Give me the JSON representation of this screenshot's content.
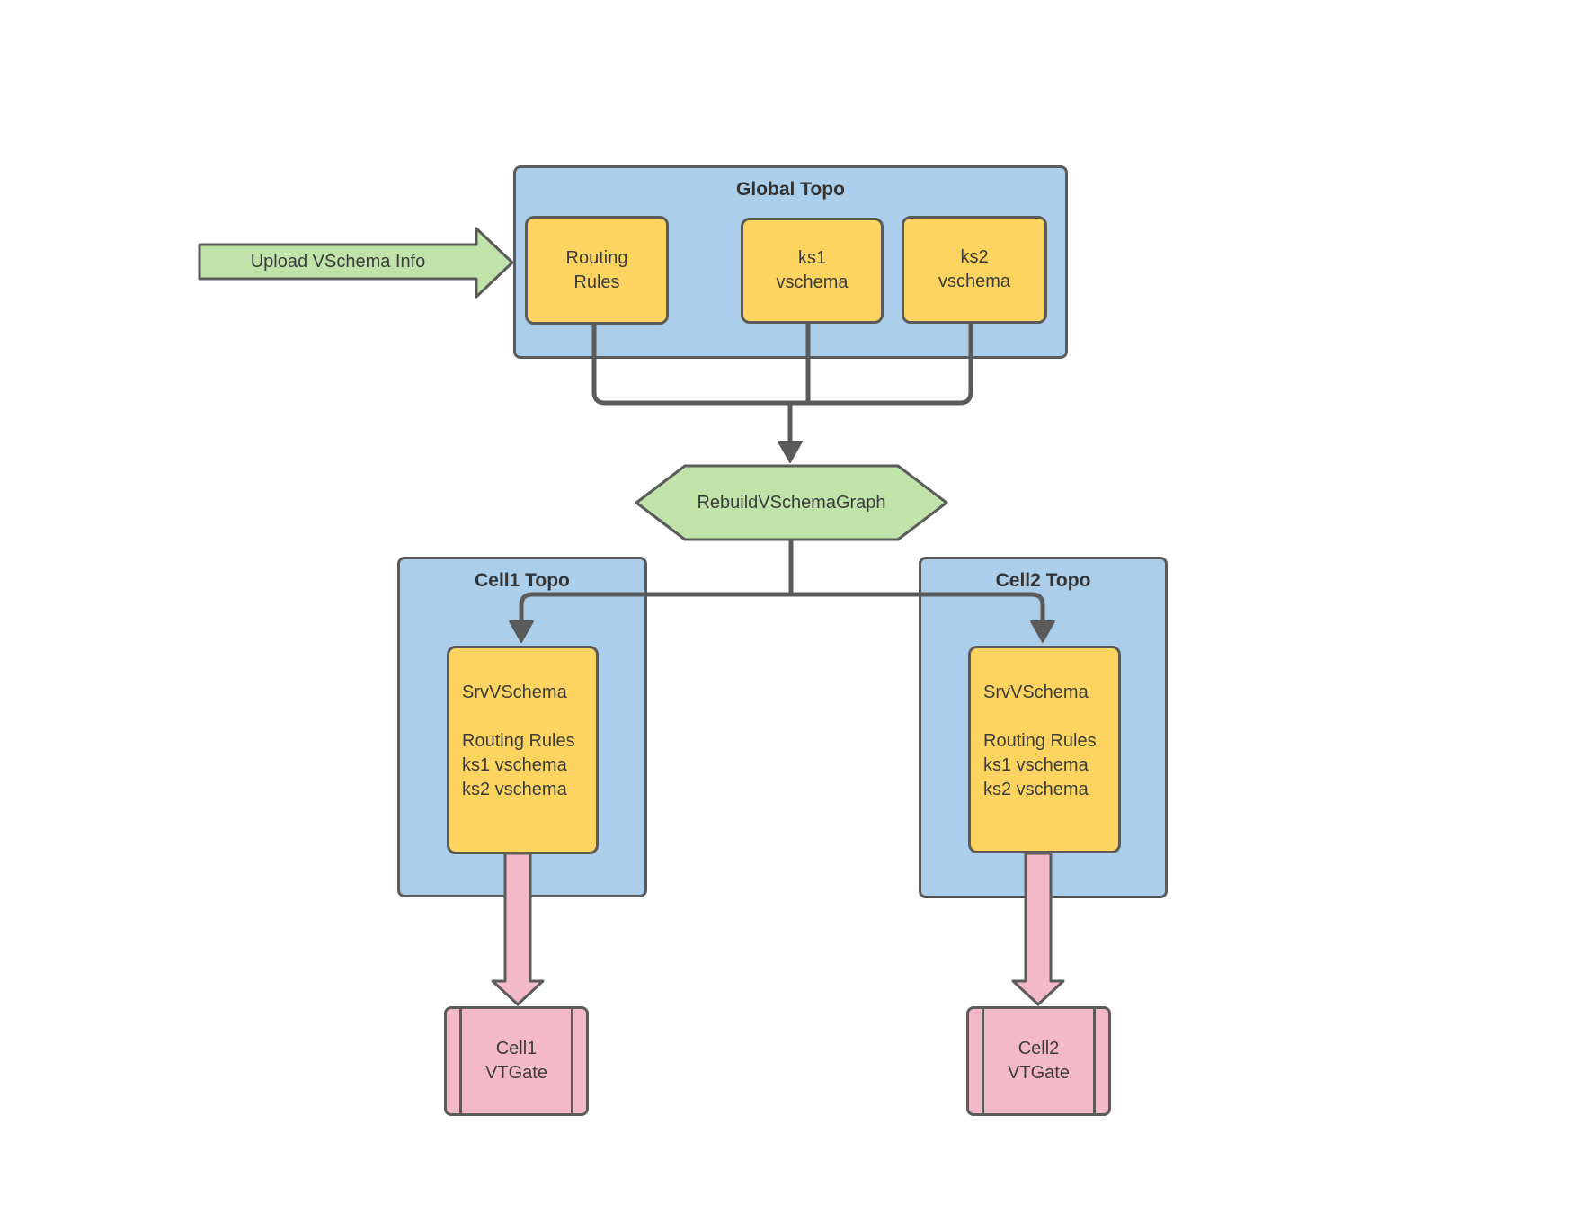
{
  "upload_arrow": {
    "label": "Upload VSchema Info"
  },
  "global_topo": {
    "title": "Global Topo",
    "routing_rules": "Routing\nRules",
    "ks1": "ks1\nvschema",
    "ks2": "ks2\nvschema"
  },
  "rebuild": {
    "label": "RebuildVSchemaGraph"
  },
  "cell1_topo": {
    "title": "Cell1 Topo",
    "srvvschema": "SrvVSchema\n\nRouting Rules\nks1 vschema\nks2 vschema"
  },
  "cell2_topo": {
    "title": "Cell2 Topo",
    "srvvschema": "SrvVSchema\n\nRouting Rules\nks1 vschema\nks2 vschema"
  },
  "cell1_vtgate": {
    "label": "Cell1\nVTGate"
  },
  "cell2_vtgate": {
    "label": "Cell2\nVTGate"
  },
  "colors": {
    "container_blue": "#ABCFEB",
    "node_yellow": "#FCD45F",
    "shape_green": "#BFE3A9",
    "shape_pink": "#F3B9C8",
    "line_gray": "#5B5B5B",
    "text": "#3C3C3C"
  }
}
